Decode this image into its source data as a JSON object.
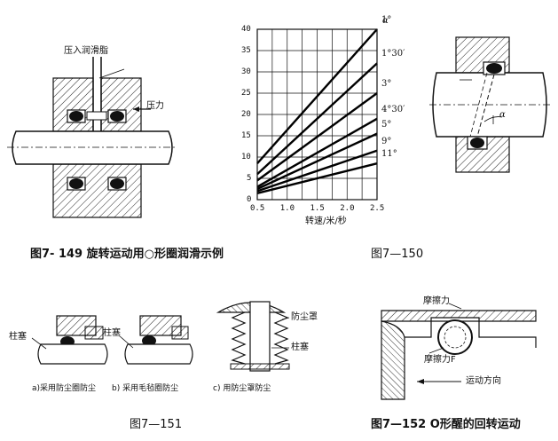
{
  "figures": {
    "fig149": {
      "caption": "图7- 149  旋转运动用○形圈润滑示例",
      "label_grease": "压入润滑脂",
      "label_pressure": "压力"
    },
    "fig150": {
      "caption": "图7—150",
      "chart_data": {
        "type": "line",
        "xlabel": "转速/米/秒",
        "ylabel": "",
        "xlim": [
          0.5,
          2.5
        ],
        "ylim": [
          0,
          40
        ],
        "xticks": [
          "0.5",
          "1.0",
          "1.5",
          "2.0",
          "2.5"
        ],
        "yticks": [
          "0",
          "5",
          "10",
          "15",
          "20",
          "25",
          "30",
          "35",
          "40"
        ],
        "grid": true,
        "angle_symbol": "α",
        "series": [
          {
            "name": "1°",
            "x": [
              0.5,
              2.5
            ],
            "y": [
              8.5,
              40
            ]
          },
          {
            "name": "1°30′",
            "x": [
              0.5,
              2.5
            ],
            "y": [
              6,
              32
            ]
          },
          {
            "name": "3°",
            "x": [
              0.5,
              2.5
            ],
            "y": [
              4.5,
              25
            ]
          },
          {
            "name": "4°30′",
            "x": [
              0.5,
              2.5
            ],
            "y": [
              3,
              19
            ]
          },
          {
            "name": "5°",
            "x": [
              0.5,
              2.5
            ],
            "y": [
              2.5,
              15.5
            ]
          },
          {
            "name": "9°",
            "x": [
              0.5,
              2.5
            ],
            "y": [
              2,
              11.5
            ]
          },
          {
            "name": "11°",
            "x": [
              0.5,
              2.5
            ],
            "y": [
              1.5,
              8.5
            ]
          }
        ]
      }
    },
    "fig150_side": {
      "angle_label": "α"
    },
    "fig151": {
      "caption": "图7—151",
      "label_a_part": "柱塞",
      "label_b_part": "柱塞",
      "label_c_cover": "防尘罩",
      "label_c_part": "柱塞",
      "sub_a": "a)采用防尘圈防尘",
      "sub_b": "b) 采用毛毡圈防尘",
      "sub_c": "c) 用防尘罩防尘"
    },
    "fig152": {
      "caption": "图7—152  O形醒的回转运动",
      "label_friction_top": "摩擦力",
      "label_friction_f": "摩擦力F",
      "label_motion": "运动方向"
    }
  }
}
